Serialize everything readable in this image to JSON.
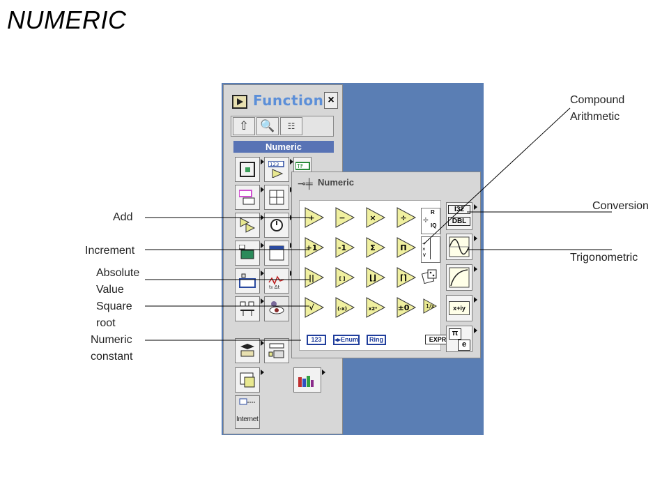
{
  "slide_title": "NUMERIC",
  "callouts": {
    "add": "Add",
    "increment": "Increment",
    "absolute_value": [
      "Absolute",
      "Value"
    ],
    "square_root": [
      "Square",
      "root"
    ],
    "numeric_constant": [
      "Numeric",
      "constant"
    ],
    "compound_arithmetic": [
      "Compound",
      "Arithmetic"
    ],
    "conversion": "Conversion",
    "trigonometric": "Trigonometric"
  },
  "functions_palette": {
    "title": "Functions",
    "close_label": "×",
    "subpalette_label": "Numeric",
    "toolbar": [
      "up-arrow-icon",
      "search-icon",
      "options-icon"
    ],
    "first_column_icons": [
      "structures-icon",
      "string-icon",
      "comparison-icon",
      "dialog-icon",
      "instrument-io-icon",
      "waveform-io-icon",
      "connectivity-icon",
      "report-icon",
      "user-libraries-icon",
      "internet-icon"
    ],
    "internet_label": "Internet"
  },
  "numeric_palette": {
    "title": "Numeric",
    "rows": [
      [
        "+",
        "−",
        "×",
        "÷"
      ],
      [
        "+1",
        "-1",
        "Σ",
        "Π"
      ],
      [
        "||",
        "[ ]",
        "⌊⌋",
        "⌈⌉"
      ],
      [
        "√",
        "(-x)",
        "x2ⁿ",
        "±0"
      ]
    ],
    "constants": [
      "123",
      "◂▸Enum",
      "Ring"
    ],
    "expr_label": "EXPR",
    "side": [
      "I32 DBL",
      "trig-icon",
      "logarithmic-icon",
      "complex-icon",
      "additional-constants-icon"
    ],
    "side_labels": {
      "conv_top": "I32",
      "conv_bottom": "DBL",
      "complex": "x+iy",
      "pi": "π",
      "e": "e"
    }
  },
  "colors": {
    "background_blue": "#5a7eb4",
    "subhead_blue": "#5873b5",
    "title_blue": "#5c8fd8"
  }
}
